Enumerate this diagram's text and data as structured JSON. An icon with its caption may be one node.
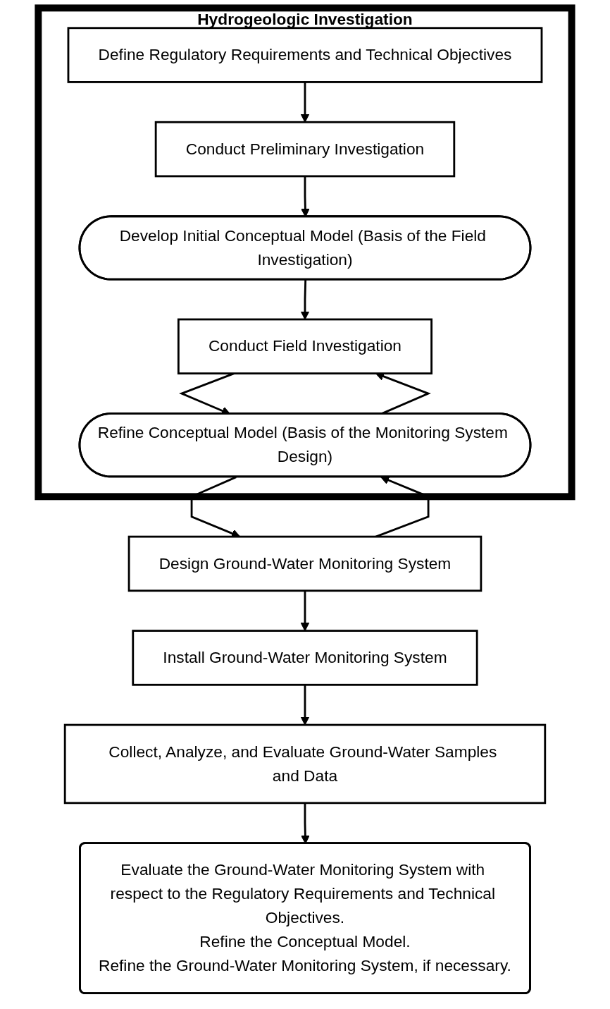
{
  "diagram": {
    "nodes": [
      {
        "text": [
          "Hydrogeologic Investigation"
        ]
      },
      {
        "text": [
          "Define Regulatory Requirements and Technical Objectives"
        ],
        "in": 0
      },
      {
        "text": [
          "Conduct Preliminary Investigation"
        ],
        "in": 0
      },
      {
        "text": [
          "Develop Initial Conceptual Model (Basis of the Field Investigation)"
        ],
        "in": 0
      },
      {
        "text": [
          "Conduct Field Investigation"
        ],
        "in": 0
      },
      {
        "text": [
          "Refine Conceptual Model (Basis of the Monitoring System Design)"
        ],
        "in": 0
      },
      {
        "text": [
          "Design Ground-Water Monitoring System"
        ]
      },
      {
        "text": [
          "Install Ground-Water Monitoring System"
        ]
      },
      {
        "text": [
          "Collect, Analyze, and Evaluate Ground-Water Samples and Data"
        ]
      },
      {
        "text": [
          "Evaluate the Ground-Water Monitoring System with respect to the Regulatory Requirements and Technical Objectives.",
          "Refine the Conceptual Model.",
          "Refine the Ground-Water Monitoring System, if necessary."
        ]
      }
    ],
    "edges": [
      {
        "from": 1,
        "to": 2,
        "arrow": "to"
      },
      {
        "from": 2,
        "to": 3,
        "arrow": "to"
      },
      {
        "from": 3,
        "to": 4,
        "arrow": "to"
      },
      {
        "from": 4,
        "to": 5,
        "arrow": "to"
      },
      {
        "from": 5,
        "to": 4,
        "arrow": "to"
      },
      {
        "from": 5,
        "to": 6,
        "arrow": "to"
      },
      {
        "from": 6,
        "to": 5,
        "arrow": "to"
      },
      {
        "from": 6,
        "to": 7,
        "arrow": "to"
      },
      {
        "from": 7,
        "to": 8,
        "arrow": "to"
      },
      {
        "from": 8,
        "to": 9,
        "arrow": "to"
      }
    ]
  }
}
